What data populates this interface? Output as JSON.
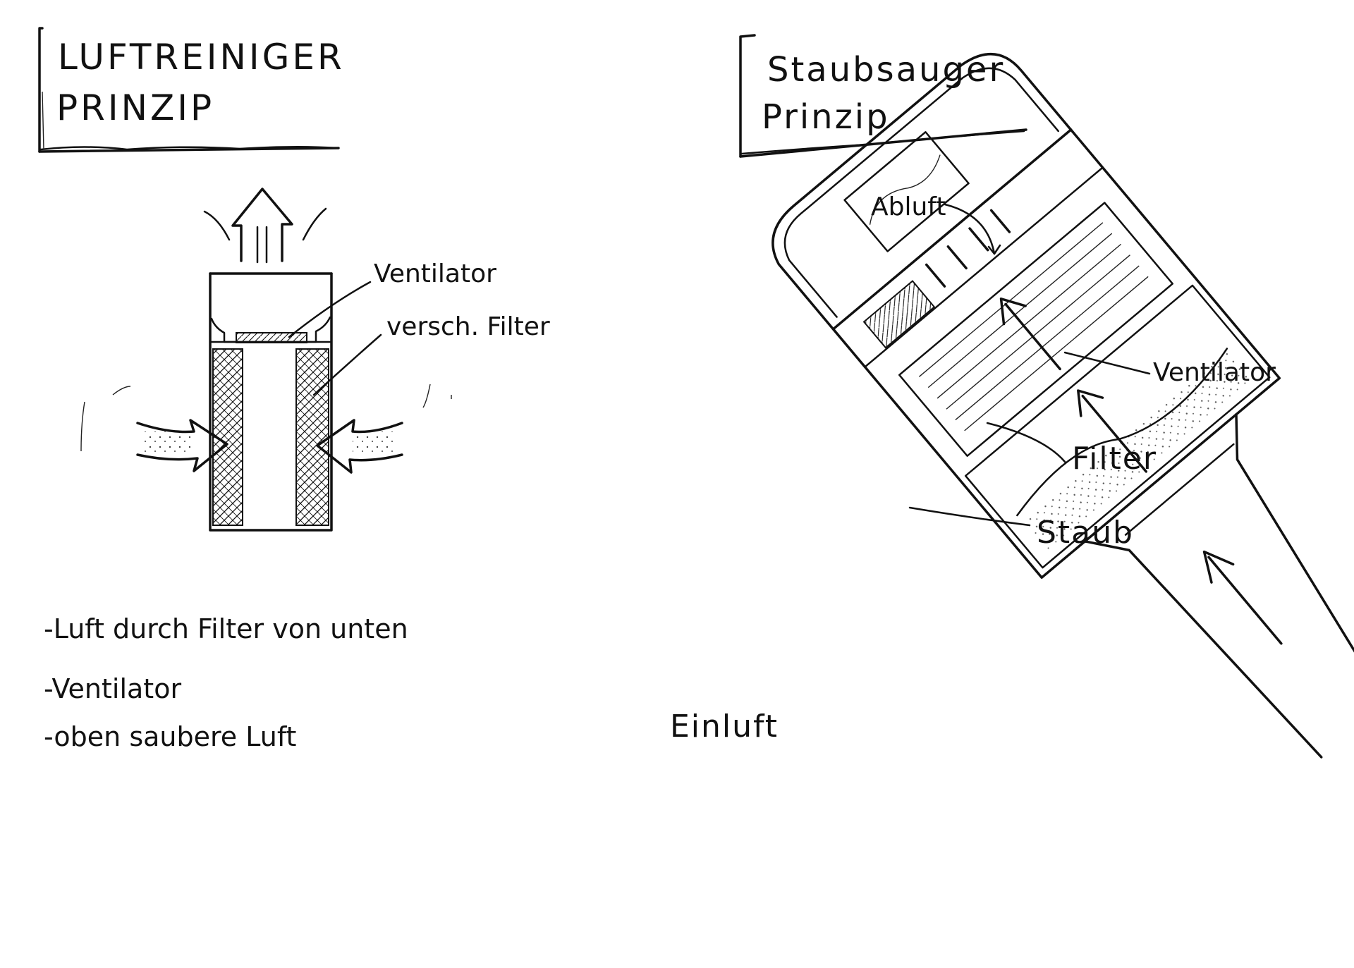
{
  "left": {
    "title_line1": "LUFTREINIGER",
    "title_line2": "PRINZIP",
    "label_fan": "Ventilator",
    "label_filter": "versch. Filter",
    "bullets": [
      "-Luft durch Filter von unten",
      "-Ventilator",
      "-oben saubere Luft"
    ]
  },
  "right": {
    "title_line1": "Staubsauger",
    "title_line2": "Prinzip",
    "label_exhaust": "Abluft",
    "label_fan": "Ventilator",
    "label_filter": "Filter",
    "label_dust": "Staub",
    "label_intake": "Einluft"
  }
}
